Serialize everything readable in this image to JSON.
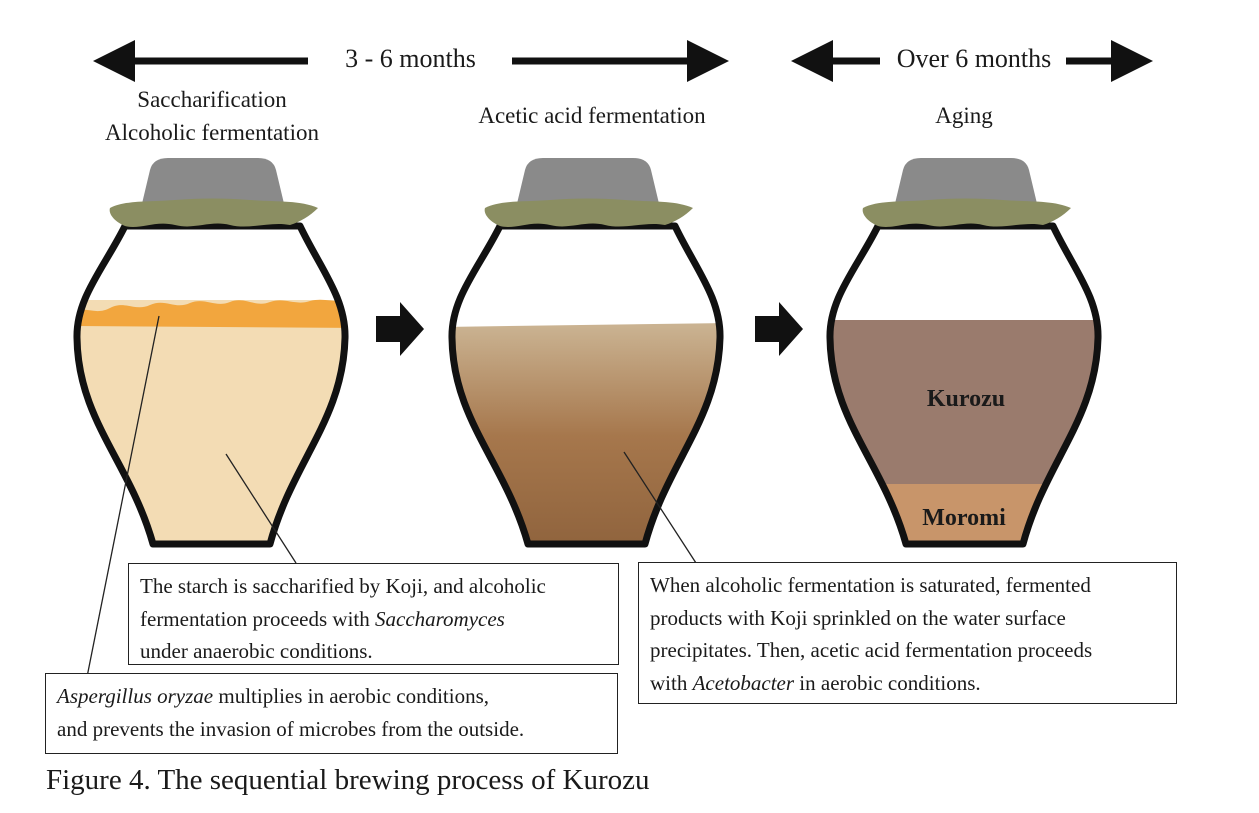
{
  "timeline": {
    "left_span": "3 - 6 months",
    "right_span": "Over 6 months"
  },
  "stages": {
    "stage1_line1": "Saccharification",
    "stage1_line2": "Alcoholic fermentation",
    "stage2": "Acetic acid fermentation",
    "stage3": "Aging"
  },
  "jar_labels": {
    "kurozu": "Kurozu",
    "moromi": "Moromi"
  },
  "notes": {
    "starch": {
      "l1": "The starch is saccharified by Koji, and alcoholic",
      "l2_pre": "fermentation proceeds with ",
      "l2_em": "Saccharomyces",
      "l3": "under anaerobic conditions."
    },
    "aspergillus": {
      "l1_em": "Aspergillus oryzae",
      "l1_post": " multiplies in aerobic conditions,",
      "l2": "and prevents the invasion of microbes from the outside."
    },
    "acetic": {
      "l1": "When alcoholic fermentation is saturated, fermented",
      "l2": "products with Koji sprinkled on the water surface",
      "l3": "precipitates.  Then, acetic acid fermentation proceeds",
      "l4_pre": "with ",
      "l4_em": "Acetobacter",
      "l4_post": " in aerobic conditions."
    }
  },
  "caption": "Figure 4. The sequential brewing process of Kurozu",
  "colors": {
    "lid": "#8a8a8a",
    "cloth": "#8b8e62",
    "koji_layer": "#f2a63e",
    "mash": "#f3dcb4",
    "vinegar_top": "#c7b090",
    "vinegar_bottom": "#97683f",
    "kurozu": "#9a7b6d",
    "moromi": "#c8956a"
  }
}
